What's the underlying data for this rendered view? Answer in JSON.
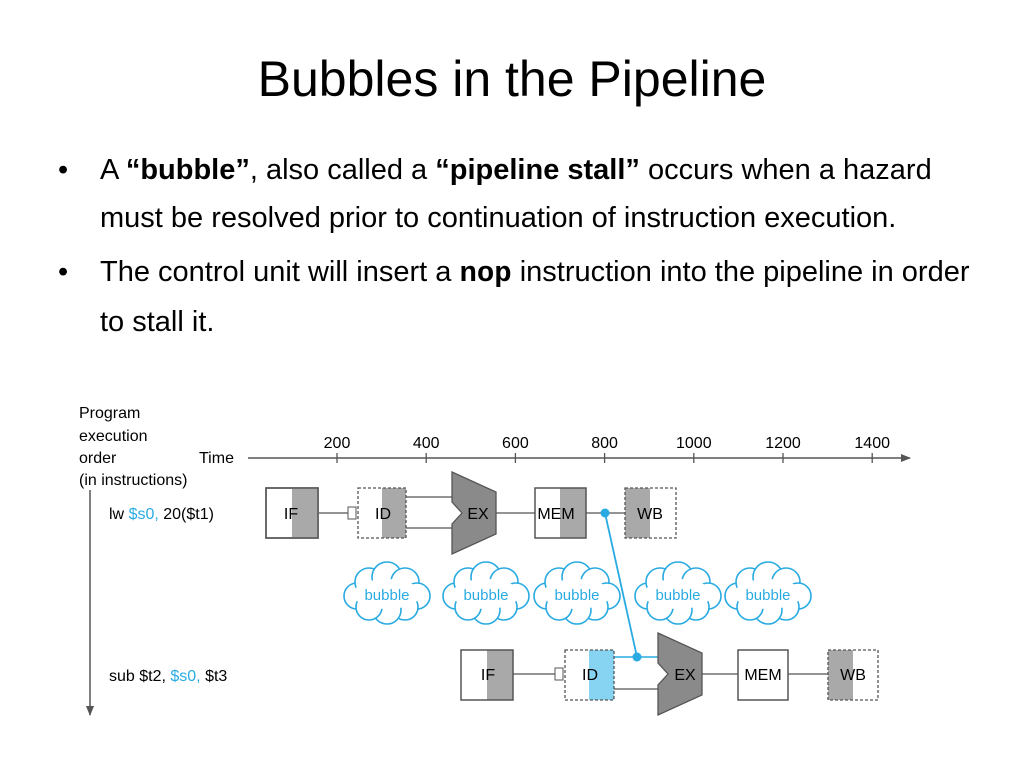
{
  "slide": {
    "title": "Bubbles in the Pipeline",
    "bullet_char": "•",
    "bullets": [
      {
        "t1": "A ",
        "b1": "“bubble”",
        "t2": ", also called a ",
        "b2": "“pipeline stall”",
        "t3": " occurs when a hazard must be resolved prior to continuation of instruction execution."
      },
      {
        "t1": "The control unit will insert a ",
        "code": "nop",
        "t2": " instruction into the pipeline in order to stall it."
      }
    ]
  },
  "diagram": {
    "axis_label_lines": [
      "Program",
      "execution",
      "order",
      "(in instructions)"
    ],
    "time_label": "Time",
    "time_ticks": [
      "200",
      "400",
      "600",
      "800",
      "1000",
      "1200",
      "1400"
    ],
    "instr1": {
      "op": "lw ",
      "reg": "$s0,",
      "rest": " 20($t1)"
    },
    "instr2": {
      "op": "sub $t2, ",
      "reg": "$s0,",
      "rest": " $t3"
    },
    "stages": [
      "IF",
      "ID",
      "EX",
      "MEM",
      "WB"
    ],
    "bubble_label": "bubble",
    "colors": {
      "accent": "#29abe2",
      "stage_shade": "#a9a9a9",
      "ex_fill": "#8a8a8a",
      "highlight": "#87d3f2"
    }
  }
}
